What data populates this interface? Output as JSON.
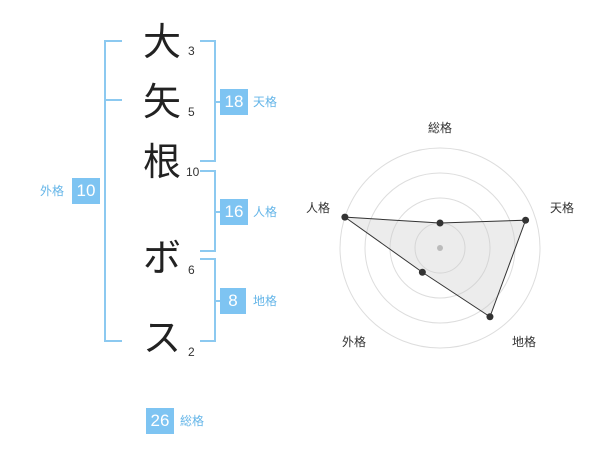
{
  "name_chars": [
    {
      "char": "大",
      "strokes": "3"
    },
    {
      "char": "矢",
      "strokes": "5"
    },
    {
      "char": "根",
      "strokes": "10"
    },
    {
      "char": "ボ",
      "strokes": "6"
    },
    {
      "char": "ス",
      "strokes": "2"
    }
  ],
  "fortunes": {
    "tenkaku": {
      "value": "18",
      "label": "天格"
    },
    "jinkaku": {
      "value": "16",
      "label": "人格"
    },
    "chikaku": {
      "value": "8",
      "label": "地格"
    },
    "gaikaku": {
      "value": "10",
      "label": "外格"
    },
    "soukaku": {
      "value": "26",
      "label": "総格"
    }
  },
  "colors": {
    "accent": "#7ec4f2",
    "bracket": "#8cc9f0",
    "label": "#64b5e8"
  },
  "chart_data": {
    "type": "radar",
    "axes": [
      "総格",
      "天格",
      "地格",
      "外格",
      "人格"
    ],
    "values": [
      0.25,
      0.9,
      0.85,
      0.3,
      1.0
    ],
    "rings": 4,
    "range": [
      0,
      1
    ]
  }
}
